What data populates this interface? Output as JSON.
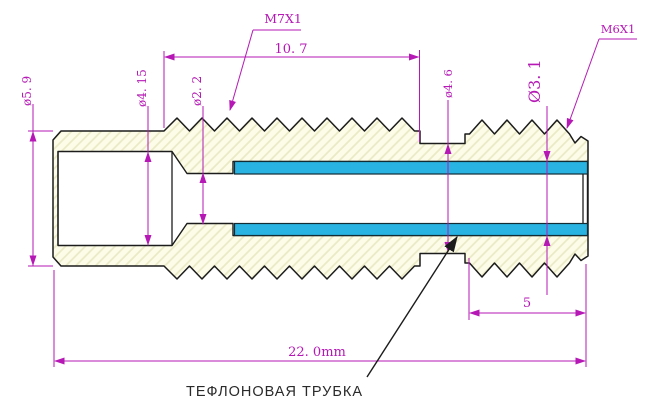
{
  "drawing": {
    "note_label": "ТЕФЛОНОВАЯ ТРУБКА",
    "thread_labels": {
      "left_thread": "M7X1",
      "right_thread": "M6X1"
    },
    "dimensions": {
      "outer_diameter_left": "ø5. 9",
      "counterbore_diameter": "ø4. 15",
      "small_bore_diameter": "ø2. 2",
      "groove_diameter": "ø4. 6",
      "tube_outer_diameter": "Ø3. 1",
      "left_thread_length": "10. 7",
      "right_thread_length": "5",
      "total_length": "22. 0mm"
    },
    "colors": {
      "dimension_magenta": "#b518b5",
      "tube_cyan": "#29b3e3",
      "body_fill": "#fcfce9",
      "hatch_line": "#e9e9c4",
      "outline_black": "#1c1c1c"
    }
  }
}
